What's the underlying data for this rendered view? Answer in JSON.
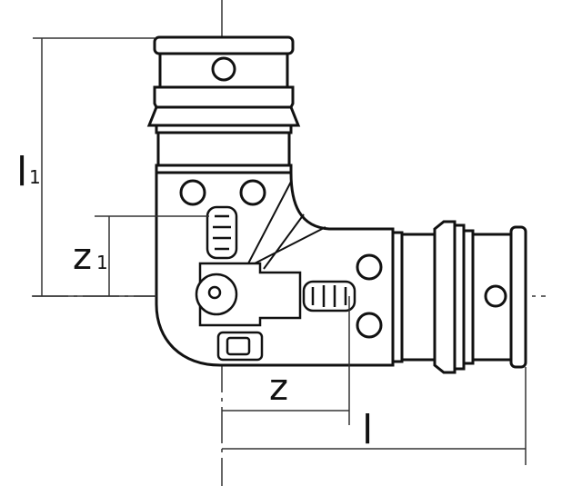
{
  "labels": {
    "l1": "l",
    "l1_sub": "1",
    "z1": "z",
    "z1_sub": "1",
    "z": "z",
    "l": "l"
  },
  "colors": {
    "ink": "#111111",
    "body_fill": "#ffffff",
    "centerline": "#333333"
  }
}
